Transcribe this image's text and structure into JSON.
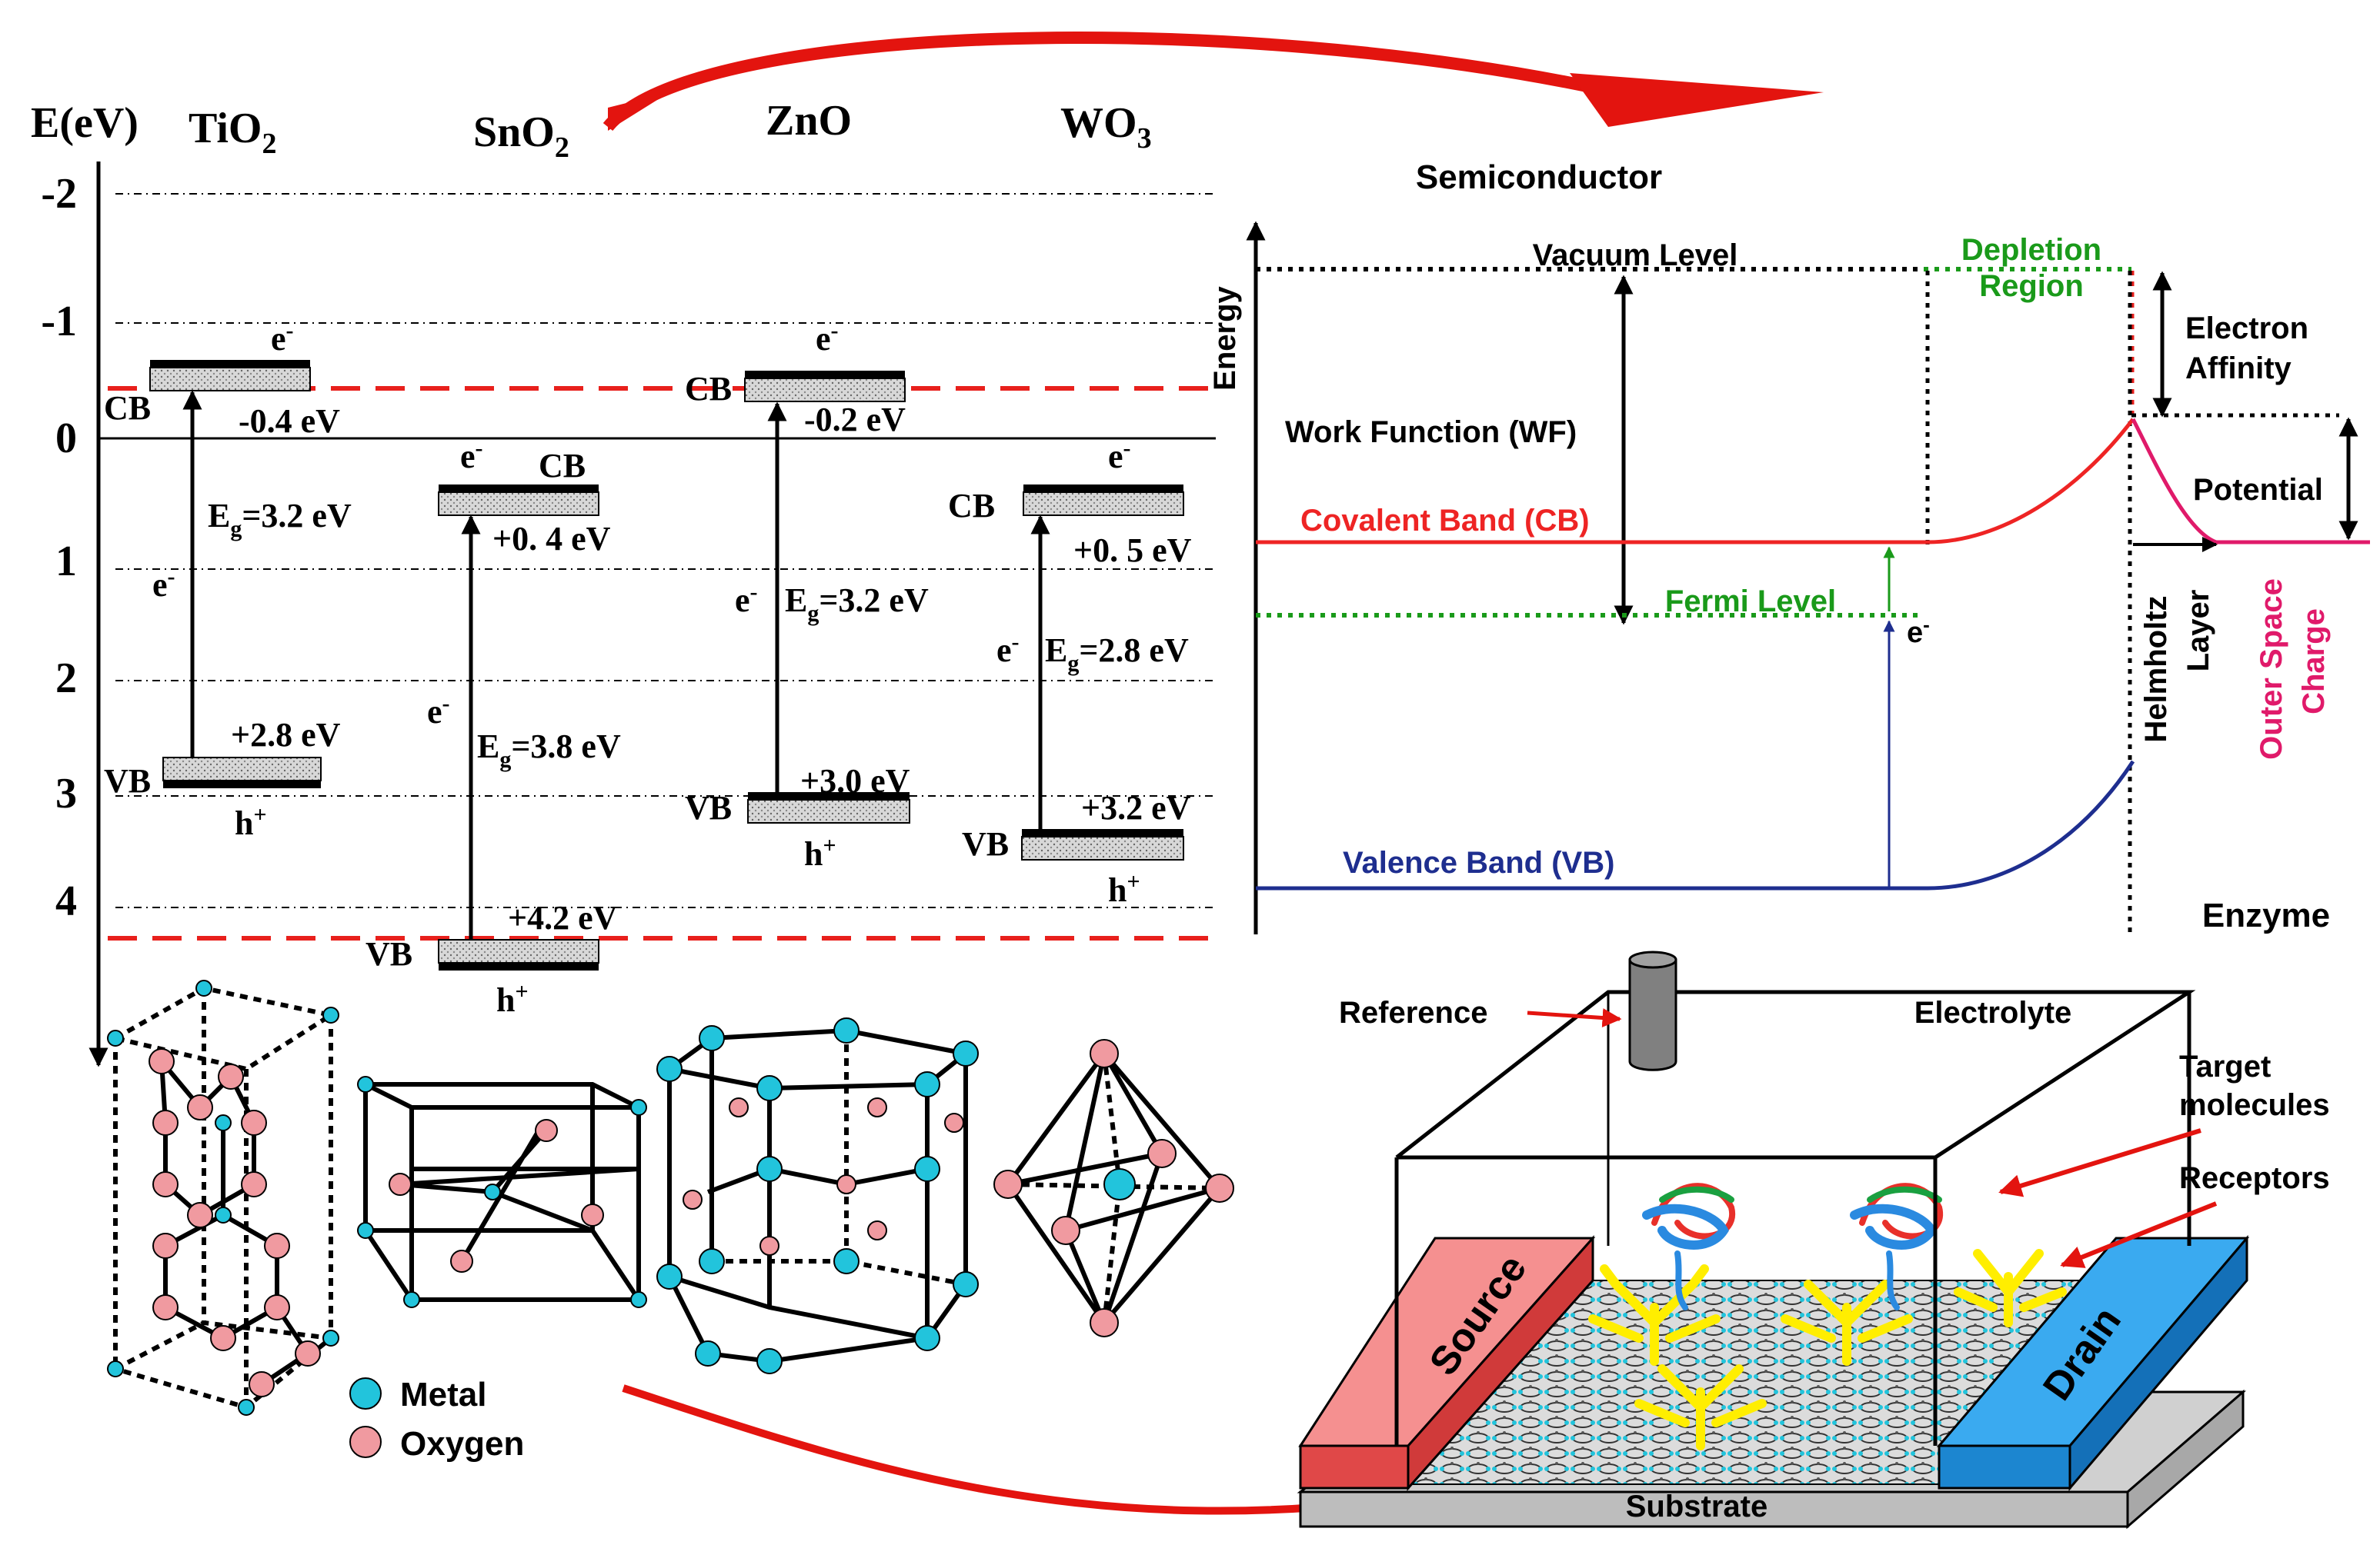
{
  "colors": {
    "red_dashed": "#e8201c",
    "arrow_red": "#e3140f",
    "cb_red": "#ee2424",
    "fermi_green": "#1a9a1a",
    "vb_blue": "#1e2e8f",
    "outer_pink": "#e01a6a",
    "metal": "#22c4dc",
    "oxygen": "#f09aa0",
    "source": "#f06060",
    "drain": "#2a9be8",
    "receptor_yellow": "#ffee00"
  },
  "band_diagram": {
    "axis_label": "E(eV)",
    "ticks": [
      "-2",
      "-1",
      "0",
      "1",
      "2",
      "3",
      "4"
    ],
    "materials": [
      {
        "name": "TiO",
        "sub": "2",
        "cb_energy": "-0.4 eV",
        "vb_energy": "+2.8 eV",
        "gap": "=3.2 eV"
      },
      {
        "name": "SnO",
        "sub": "2",
        "cb_energy": "+0. 4 eV",
        "vb_energy": "+4.2 eV",
        "gap": "=3.8 eV"
      },
      {
        "name": "ZnO",
        "sub": "",
        "cb_energy": "-0.2 eV",
        "vb_energy": "+3.0 eV",
        "gap": "=3.2 eV"
      },
      {
        "name": "WO",
        "sub": "3",
        "cb_energy": "+0. 5 eV",
        "vb_energy": "+3.2 eV",
        "gap": "=2.8 eV"
      }
    ],
    "cb_label": "CB",
    "vb_label": "VB",
    "electron": "e",
    "electron_sup": "-",
    "hole": "h",
    "hole_sup": "+",
    "eg": "E",
    "eg_sub": "g"
  },
  "semiconductor": {
    "title": "Semiconductor",
    "energy_label": "Energy",
    "vacuum_level": "Vacuum Level",
    "depletion_region": [
      "Depletion",
      "Region"
    ],
    "electron_affinity": [
      "Electron",
      "Affinity"
    ],
    "work_function": "Work Function (WF)",
    "covalent_band": "Covalent Band (CB)",
    "potential": "Potential",
    "fermi_level": "Fermi Level",
    "electron": "e",
    "electron_sup": "-",
    "helmholtz": "Helmholtz",
    "layer": "Layer",
    "outer_space": "Outer Space",
    "charge": "Charge",
    "valence_band": "Valence Band (VB)",
    "enzyme": "Enzyme"
  },
  "legend": {
    "metal": "Metal",
    "oxygen": "Oxygen"
  },
  "device": {
    "reference": "Reference",
    "electrolyte": "Electrolyte",
    "target_molecules": [
      "Target",
      "molecules"
    ],
    "receptors": "Receptors",
    "source": "Source",
    "drain": "Drain",
    "substrate": "Substrate"
  }
}
